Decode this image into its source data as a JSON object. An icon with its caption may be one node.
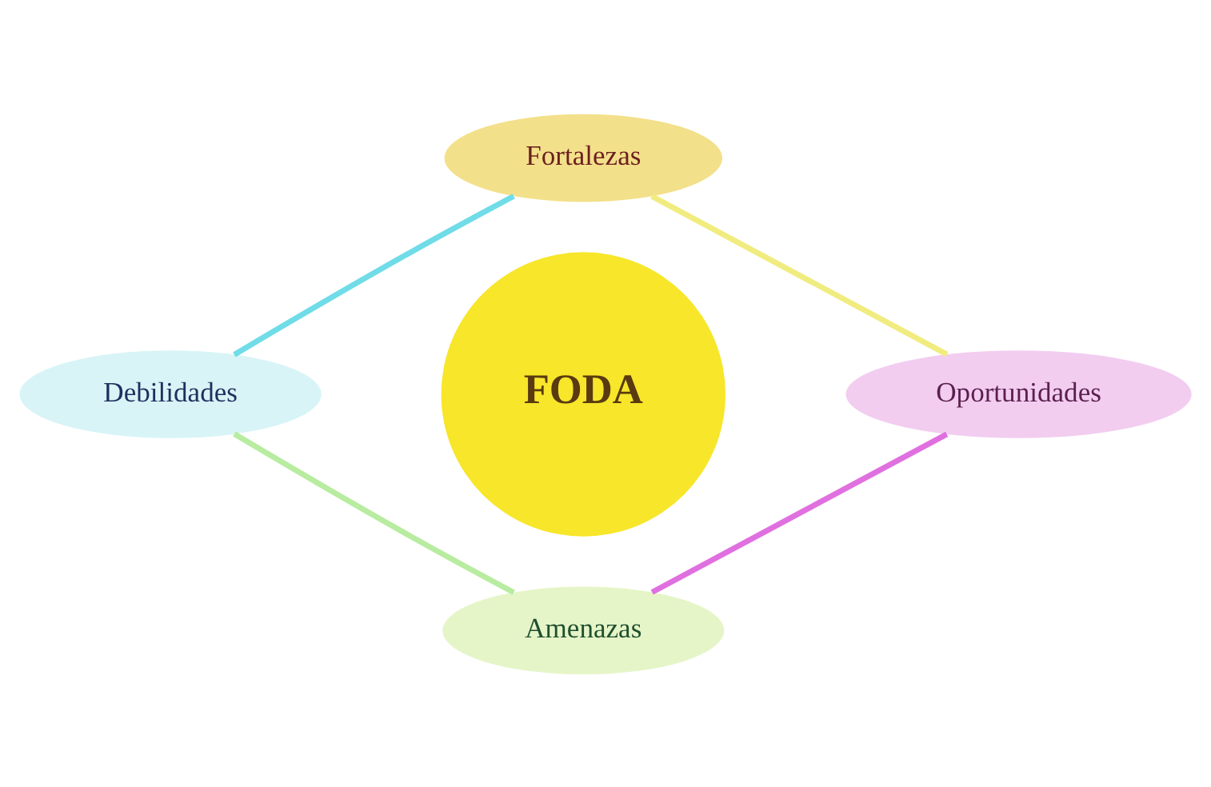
{
  "diagram": {
    "nodes": [
      {
        "text": [
          "Fortalezas"
        ]
      },
      {
        "text": [
          "Debilidades"
        ]
      },
      {
        "text": [
          "FODA"
        ]
      },
      {
        "text": [
          "Oportunidades"
        ]
      },
      {
        "text": [
          "Amenazas"
        ]
      }
    ],
    "edges": [
      {
        "from": 0,
        "to": 3,
        "arrow": "none",
        "color": "#f0ec80"
      },
      {
        "from": 3,
        "to": 4,
        "arrow": "none",
        "color": "#e070e0"
      },
      {
        "from": 1,
        "to": 4,
        "arrow": "none",
        "color": "#b8eca0"
      },
      {
        "from": 0,
        "to": 1,
        "arrow": "none",
        "color": "#70dce8"
      }
    ]
  }
}
